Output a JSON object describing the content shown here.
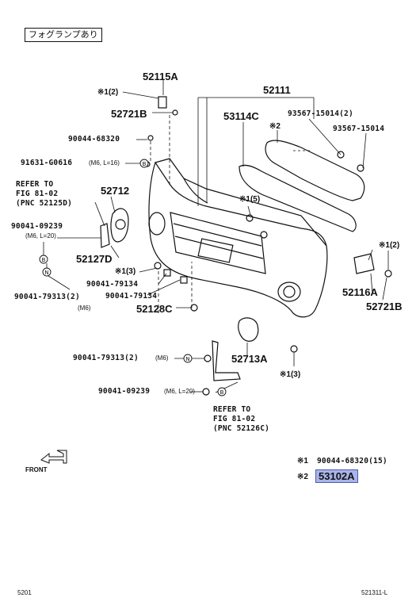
{
  "header": {
    "note": "フォグランプあり"
  },
  "parts": {
    "p52115A": "52115A",
    "p52721B_top": "52721B",
    "p52111": "52111",
    "p53114C": "53114C",
    "p93567_15014_2": "93567-15014(2)",
    "p93567_15014": "93567-15014",
    "p90044_68320": "90044-68320",
    "p91631_G0616": "91631-G0616",
    "p91631_size": "(M6, L=16)",
    "p52712": "52712",
    "p90041_09239": "90041-09239",
    "p90041_09239_size": "(M6, L=20)",
    "p52127D": "52127D",
    "p90041_79313_2": "90041-79313(2)",
    "p90041_79313_size": "(M6)",
    "p90041_79134_a": "90041-79134",
    "p90041_79134_b": "90041-79134",
    "p52128C": "52128C",
    "p52713A": "52713A",
    "p52116A": "52116A",
    "p52721B_right": "52721B",
    "p90041_79313_2_lower": "90041-79313(2)",
    "p90041_79313_lower_size": "(M6)",
    "p90041_09239_2": "90041-09239",
    "p90041_09239_2_size": "(M6, L=20)"
  },
  "markers": {
    "m1_2_top": "※1(2)",
    "m2_top": "※2",
    "m1_5": "※1(5)",
    "m1_3_left": "※1(3)",
    "m1_2_right": "※1(2)",
    "m1_3_bottom": "※1(3)"
  },
  "refs": {
    "ref1": [
      "REFER TO",
      "FIG 81-02",
      "(PNC 52125D)"
    ],
    "ref2": [
      "REFER TO",
      "FIG 81-02",
      "(PNC 52126C)"
    ]
  },
  "legend": {
    "m1_key": "※1",
    "m1_value": "90044-68320(15)",
    "m2_key": "※2",
    "m2_value": "53102A"
  },
  "front_label": "FRONT",
  "footer": {
    "left": "5201",
    "right": "521311-L"
  }
}
